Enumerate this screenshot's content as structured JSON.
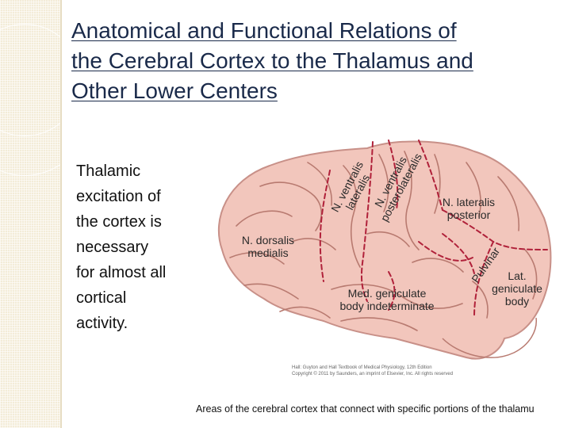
{
  "slide": {
    "title_line1": "Anatomical and Functional Relations of",
    "title_line2": "the Cerebral Cortex to the Thalamus and",
    "title_line3": "Other Lower Centers",
    "bullet_lines": [
      "Thalamic",
      "excitation of",
      "the cortex is",
      "necessary",
      "for almost all",
      "cortical",
      "activity."
    ],
    "caption": "Areas of the cerebral cortex that connect with specific portions of the thalamu"
  },
  "figure": {
    "labels": {
      "n_dorsalis_1": "N. dorsalis",
      "n_dorsalis_2": "medialis",
      "n_ventralis_lateralis_1": "N. ventralis",
      "n_ventralis_lateralis_2": "lateralis",
      "n_ventralis_posterolateralis_1": "N. ventralis",
      "n_ventralis_posterolateralis_2": "posterolateralis",
      "n_lateralis_1": "N. lateralis",
      "n_lateralis_2": "posterior",
      "pulvinar": "Pulvinar",
      "lat_geniculate_1": "Lat.",
      "lat_geniculate_2": "geniculate",
      "lat_geniculate_3": "body",
      "med_geniculate_1": "Med. geniculate",
      "med_geniculate_2": "body indeterminate"
    },
    "credit_line1": "Hall: Guyton and Hall Textbook of Medical Physiology, 12th Edition",
    "credit_line2": "Copyright © 2011 by Saunders, an imprint of Elsevier, Inc. All rights reserved",
    "colors": {
      "cortex": "#f2c6bc",
      "sulcus": "#b87a70",
      "boundary": "#b0213a"
    }
  }
}
